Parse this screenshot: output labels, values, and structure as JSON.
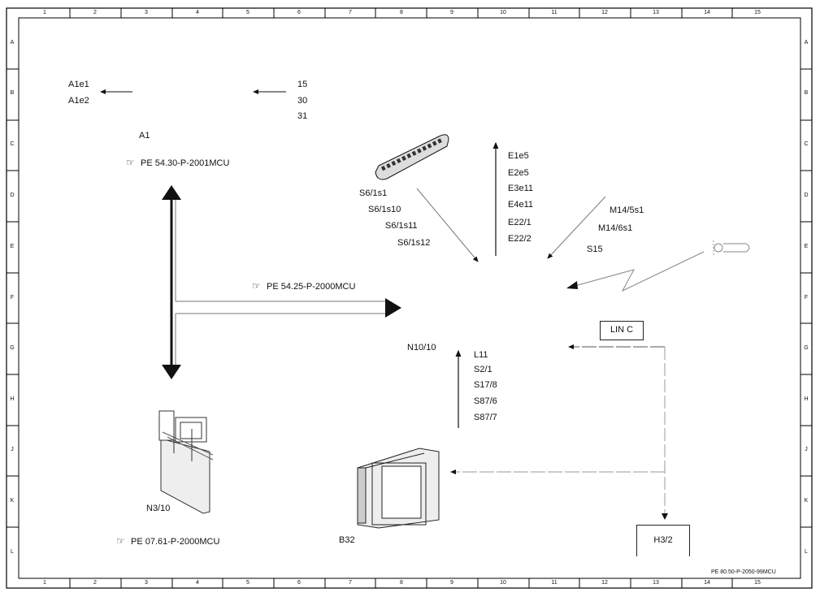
{
  "frame": {
    "columns": [
      "1",
      "2",
      "3",
      "4",
      "5",
      "6",
      "7",
      "8",
      "9",
      "10",
      "11",
      "12",
      "13",
      "14",
      "15"
    ],
    "rows": [
      "A",
      "B",
      "C",
      "D",
      "E",
      "F",
      "G",
      "H",
      "J",
      "K",
      "L"
    ]
  },
  "labels": {
    "a1e1": "A1e1",
    "a1e2": "A1e2",
    "t15": "15",
    "t30": "30",
    "t31": "31",
    "a1": "A1",
    "s6_1s1": "S6/1s1",
    "s6_1s10": "S6/1s10",
    "s6_1s11": "S6/1s11",
    "s6_1s12": "S6/1s12",
    "e1e5": "E1e5",
    "e2e5": "E2e5",
    "e3e11": "E3e11",
    "e4e11": "E4e11",
    "e22_1": "E22/1",
    "e22_2": "E22/2",
    "m14_5s1": "M14/5s1",
    "m14_6s1": "M14/6s1",
    "s15": "S15",
    "linc": "LIN C",
    "n10_10": "N10/10",
    "l11": "L11",
    "s2_1": "S2/1",
    "s17_8": "S17/8",
    "s87_6": "S87/6",
    "s87_7": "S87/7",
    "n3_10": "N3/10",
    "b32": "B32",
    "h3_2": "H3/2"
  },
  "references": {
    "pe5430": "PE 54.30-P-2001MCU",
    "pe5425": "PE 54.25-P-2000MCU",
    "pe0761": "PE 07.61-P-2000MCU"
  },
  "footer": "PE 80.50-P-2050-99MCU",
  "icons": [
    "pointing-hand-icon",
    "switch-block-icon",
    "sliding-roof-icon",
    "control-unit-icon",
    "sensor-icon"
  ]
}
